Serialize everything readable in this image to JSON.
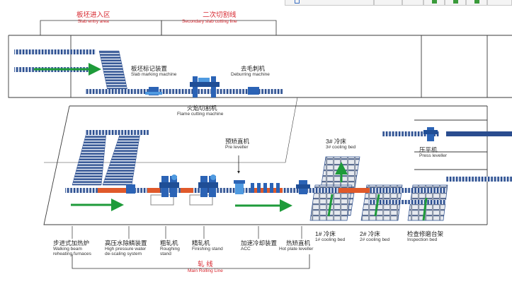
{
  "areas": {
    "slab_entry": {
      "cn": "板坯进入区",
      "en": "Slab entry area"
    },
    "secondary_cutting": {
      "cn": "二次切割线",
      "en": "Secondary slab cutting line"
    },
    "main_rolling": {
      "cn": "轧 线",
      "en": "Main Rolling Line"
    }
  },
  "equipment": {
    "slab_marking": {
      "cn": "板坯标记装置",
      "en": "Slab marking machine"
    },
    "deburring": {
      "cn": "去毛刺机",
      "en": "Deburring machine"
    },
    "flame_cutting": {
      "cn": "火焰切割机",
      "en": "Flame cutting machine"
    },
    "pre_leveller": {
      "cn": "预矫直机",
      "en": "Pre leveller"
    },
    "cooling_bed_3": {
      "cn": "3# 冷床",
      "en": "3# cooling bed"
    },
    "press_leveller": {
      "cn": "压平机",
      "en": "Press leveller"
    },
    "walking_beam": {
      "cn": "步进式加热炉",
      "en1": "Walking beam",
      "en2": "reheating furnaces"
    },
    "descaling": {
      "cn": "高压水除鳞装置",
      "en1": "High pressure water",
      "en2": "de-scaling system"
    },
    "roughing": {
      "cn": "粗轧机",
      "en1": "Roughing",
      "en2": "stand"
    },
    "finishing": {
      "cn": "精轧机",
      "en": "Finishing stand"
    },
    "acc": {
      "cn": "加速冷却装置",
      "en": "ACC"
    },
    "hot_plate_leveller": {
      "cn": "热矫直机",
      "en": "Hot plate leveller"
    },
    "cooling_bed_1": {
      "cn": "1# 冷床",
      "en": "1# cooling bed"
    },
    "cooling_bed_2": {
      "cn": "2# 冷床",
      "en": "2# cooling bed"
    },
    "inspection_bed": {
      "cn": "检查修磨台架",
      "en": "Inspection bed"
    }
  },
  "colors": {
    "roller": "#2a4d8f",
    "machine": "#2b63b5",
    "machine_light": "#4f9ae0",
    "slab": "#e0592a",
    "arrow": "#1e9b3a",
    "outline": "#3a3a3a",
    "label_red": "#d7262e",
    "bed_grey": "#9aa0a8"
  }
}
